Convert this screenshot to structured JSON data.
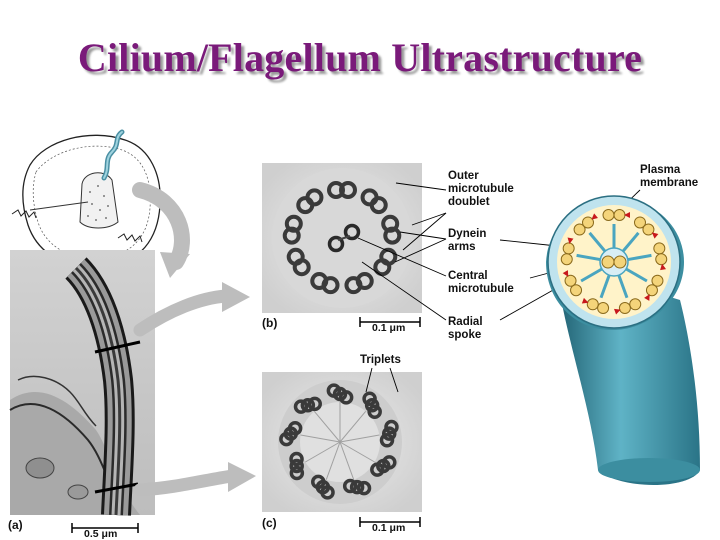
{
  "title": "Cilium/Flagellum Ultrastructure",
  "colors": {
    "title": "#7a1a7a",
    "title_shadow": "#9a9a9a",
    "cilium_teal": "#3c8ea0",
    "membrane_blue": "#bfe3ee",
    "doublet_yellow": "#f4d47a",
    "dynein_red": "#c8181c",
    "spoke_blue": "#4aa5c0"
  },
  "labels": {
    "outer": "Outer\nmicrotubule\ndoublet",
    "dynein": "Dynein\narms",
    "central": "Central\nmicrotubule",
    "radial": "Radial\nspoke",
    "plasma": "Plasma\nmembrane",
    "triplets": "Triplets"
  },
  "panels": {
    "a": "(a)",
    "b": "(b)",
    "c": "(c)"
  },
  "scales": {
    "a": "0.5 μm",
    "b": "0.1 μm",
    "c": "0.1 μm"
  }
}
